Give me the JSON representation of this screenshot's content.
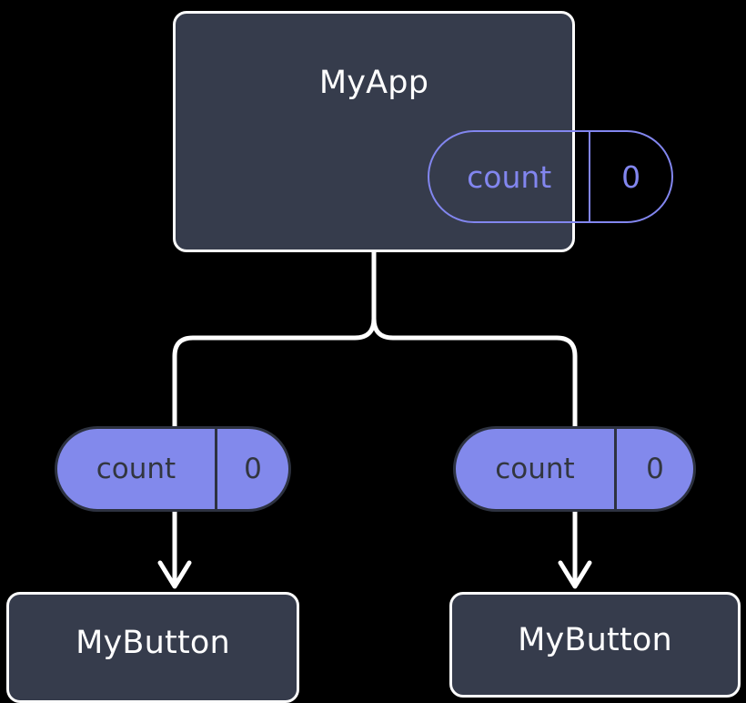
{
  "diagram": {
    "title": "MyApp component tree with count state passed down to MyButton children",
    "background_color": "#000000",
    "edge_color": "#ffffff",
    "box_fill_color": "#363c4c",
    "box_border_color": "#fdfdfd",
    "pill_accent_color": "#8286ef",
    "pill_fill_color": "#8289ec",
    "pill_text_dark_color": "#32363f"
  },
  "root": {
    "name": "root-component",
    "label": "MyApp",
    "state": {
      "key": "count",
      "value": "0"
    }
  },
  "props": [
    {
      "name": "props-left",
      "key": "count",
      "value": "0"
    },
    {
      "name": "props-right",
      "key": "count",
      "value": "0"
    }
  ],
  "children": [
    {
      "name": "child-component-left",
      "label": "MyButton"
    },
    {
      "name": "child-component-right",
      "label": "MyButton"
    }
  ],
  "edges": {
    "trunk_label": "state-flow-trunk",
    "branch_left_label": "state-flow-branch-left",
    "branch_right_label": "state-flow-branch-right"
  }
}
